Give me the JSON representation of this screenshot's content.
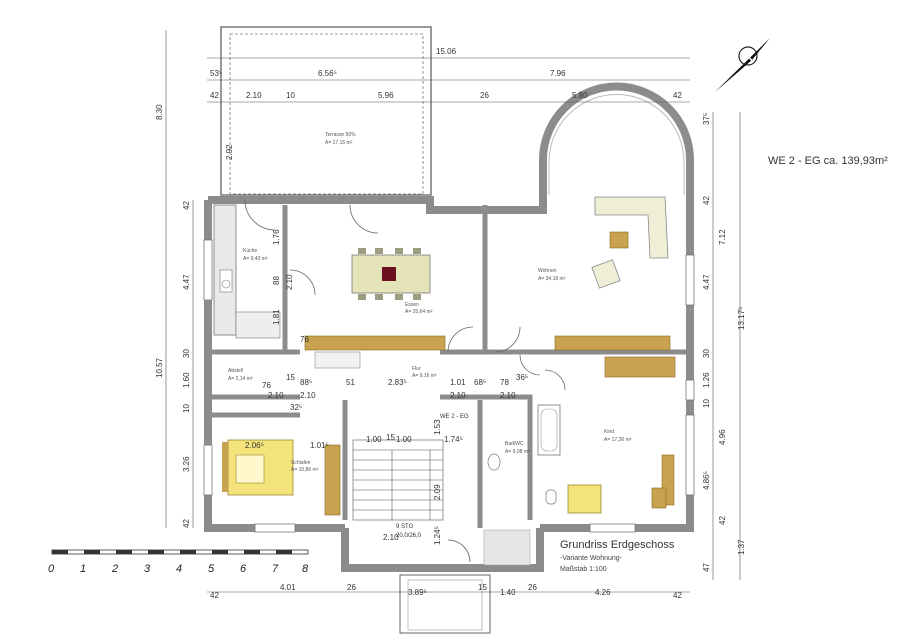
{
  "plan": {
    "title_unit": "WE 2 - EG ca. 139,93m²",
    "caption_title": "Grundriss Erdgeschoss",
    "caption_variant": "-Variante Wohnung-",
    "caption_scale": "Maßstab 1:100",
    "unit_label": "WE 2 - EG",
    "stair_label": "9 STG",
    "stair_sub": "20,0/26,0"
  },
  "rooms": {
    "terrasse": {
      "name": "Terrasse 50%",
      "area": "A= 17,15 m²"
    },
    "kueche": {
      "name": "Küche",
      "area": "A= 9,43 m²"
    },
    "essen": {
      "name": "Essen",
      "area": "A= 25,64 m²"
    },
    "wohnen": {
      "name": "Wohnen",
      "area": "A= 34,18 m²"
    },
    "abstell": {
      "name": "Abstell",
      "area": "A= 2,14 m²"
    },
    "flur": {
      "name": "Flur",
      "area": "A= 9,16 m²"
    },
    "schlafen": {
      "name": "Schlafen",
      "area": "A= 15,86 m²"
    },
    "badwc": {
      "name": "Bad/WC",
      "area": "A= 9,08 m²"
    },
    "kind": {
      "name": "Kind",
      "area": "A= 17,36 m²"
    }
  },
  "dims": {
    "top_total": "15.06",
    "top_a": "53⁵",
    "top_b": "6.56⁵",
    "top_c": "7.96",
    "top_row": [
      "42",
      "2.10",
      "10",
      "5.96",
      "26",
      "5.80",
      "42"
    ],
    "left_total": "8.30",
    "left_main": "10.57",
    "left_row": [
      "42",
      "4.47",
      "30",
      "1.60",
      "10",
      "3.26",
      "42"
    ],
    "right_a": "37⁵",
    "right_b": "7.12",
    "right_total": "13.17⁵",
    "right_row": [
      "42",
      "4.47",
      "30",
      "1.26",
      "10",
      "4.96",
      "4.86⁵",
      "42",
      "1.37",
      "47"
    ],
    "bottom_row": [
      "42",
      "4.01",
      "26",
      "3.89⁵",
      "15",
      "1.40",
      "26",
      "4.26",
      "42"
    ],
    "interior": [
      "1.76",
      "88",
      "1.81",
      "2.10",
      "2.10",
      "76",
      "88⁵",
      "51",
      "2.83⁵",
      "1.01",
      "68⁵",
      "78",
      "36⁵",
      "2.10",
      "2.10",
      "2.06⁵",
      "1.01⁵",
      "1.00",
      "15",
      "1.00",
      "1.74⁵",
      "1.53",
      "2.09",
      "1.24⁵",
      "2.10",
      "2.10",
      "2.92",
      "76",
      "15",
      "32⁵"
    ]
  },
  "scale_bar": {
    "ticks": [
      "0",
      "1",
      "2",
      "3",
      "4",
      "5",
      "6",
      "7",
      "8"
    ]
  },
  "colors": {
    "wall": "#8c8c8c",
    "cabinet": "#c8a24e",
    "bed": "#f4e27a",
    "sofa": "#efefd8",
    "table": "#e4e4b8"
  }
}
